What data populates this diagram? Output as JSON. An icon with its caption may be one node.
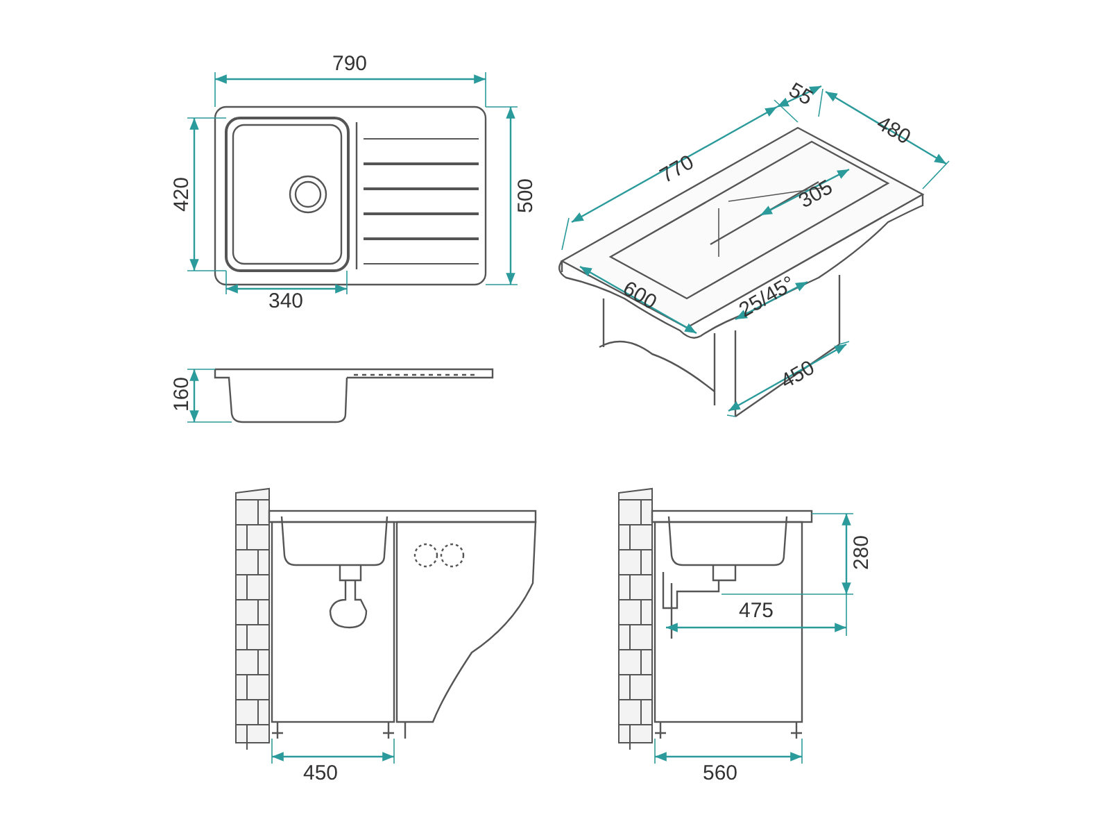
{
  "diagram": {
    "labels": [
      "790",
      "420",
      "500",
      "340",
      "160",
      "55",
      "480",
      "770",
      "305",
      "600",
      "25/45°",
      "450",
      "450",
      "560",
      "280",
      "475"
    ]
  }
}
